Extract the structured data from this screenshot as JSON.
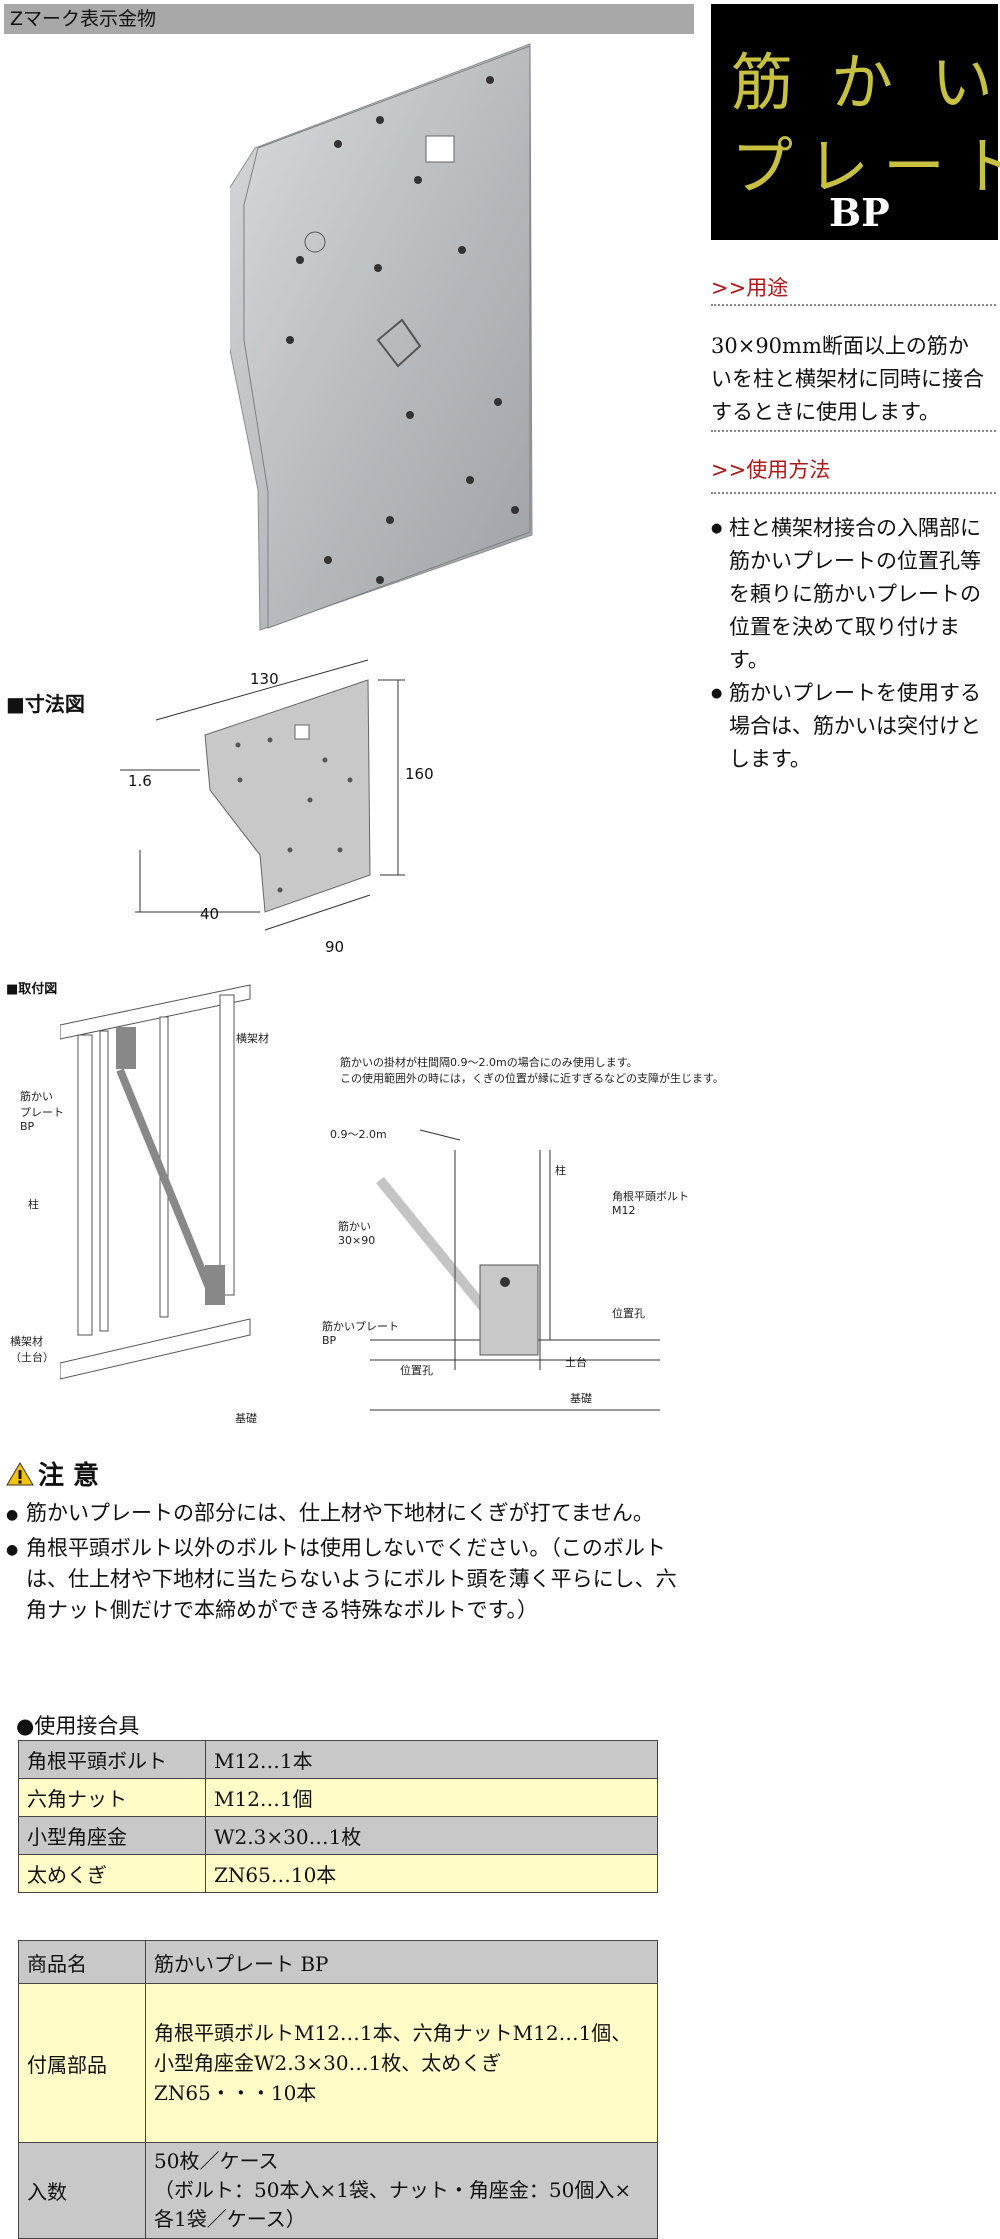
{
  "section_header": "Zマーク表示金物",
  "title": {
    "line1": "筋かい",
    "line2": "プレート",
    "code": "BP"
  },
  "usage": {
    "heading": ">>用途",
    "text": "30×90mm断面以上の筋かいを柱と横架材に同時に接合するときに使用します。"
  },
  "method": {
    "heading": ">>使用方法",
    "items": [
      "柱と横架材接合の入隅部に筋かいプレートの位置孔等を頼りに筋かいプレートの位置を決めて取り付けます。",
      "筋かいプレートを使用する場合は、筋かいは突付けとします。"
    ]
  },
  "dimension": {
    "heading": "■寸法図",
    "labels": {
      "width": "130",
      "height": "160",
      "thickness": "1.6",
      "bottom_width": "90",
      "step": "40"
    }
  },
  "installation": {
    "heading": "■取付図",
    "left_labels": {
      "beam": "横架材",
      "plate": "筋かい\nプレート\nBP",
      "column": "柱",
      "sill": "横架材\n（土台）",
      "foundation": "基礎"
    },
    "note": "筋かいの掛材が柱間隔0.9〜2.0mの場合にのみ使用します。\nこの使用範囲外の時には，くぎの位置が縁に近すぎるなどの支障が生じます。",
    "right_labels": {
      "span": "0.9〜2.0m",
      "column": "柱",
      "bolt": "角根平頭ボルト\nM12",
      "brace": "筋かい\n30×90",
      "pos_hole": "位置孔",
      "plate": "筋かいプレート\nBP",
      "pos_hole2": "位置孔",
      "sill": "土台",
      "foundation": "基礎"
    }
  },
  "caution": {
    "title": "注 意",
    "items": [
      "筋かいプレートの部分には、仕上材や下地材にくぎが打てません。",
      "角根平頭ボルト以外のボルトは使用しないでください。（このボルトは、仕上材や下地材に当たらないようにボルト頭を薄く平らにし、六角ナット側だけで本締めができる特殊なボルトです。）"
    ]
  },
  "hardware_table": {
    "caption": "●使用接合具",
    "rows": [
      {
        "name": "角根平頭ボルト",
        "value": "M12…1本"
      },
      {
        "name": "六角ナット",
        "value": "M12…1個"
      },
      {
        "name": "小型角座金",
        "value": "W2.3×30…1枚"
      },
      {
        "name": "太めくぎ",
        "value": "ZN65…10本"
      }
    ]
  },
  "product_table": {
    "rows": [
      {
        "name": "商品名",
        "value": "筋かいプレート BP"
      },
      {
        "name": "付属部品",
        "value": "角根平頭ボルトM12…1本、六角ナットM12…1個、\n小型角座金W2.3×30…1枚、太めくぎ\nZN65・・・10本"
      },
      {
        "name": "入数",
        "value": "50枚／ケース\n（ボルト：50本入×1袋、ナット・角座金：50個入×各1袋／ケース）"
      }
    ]
  }
}
